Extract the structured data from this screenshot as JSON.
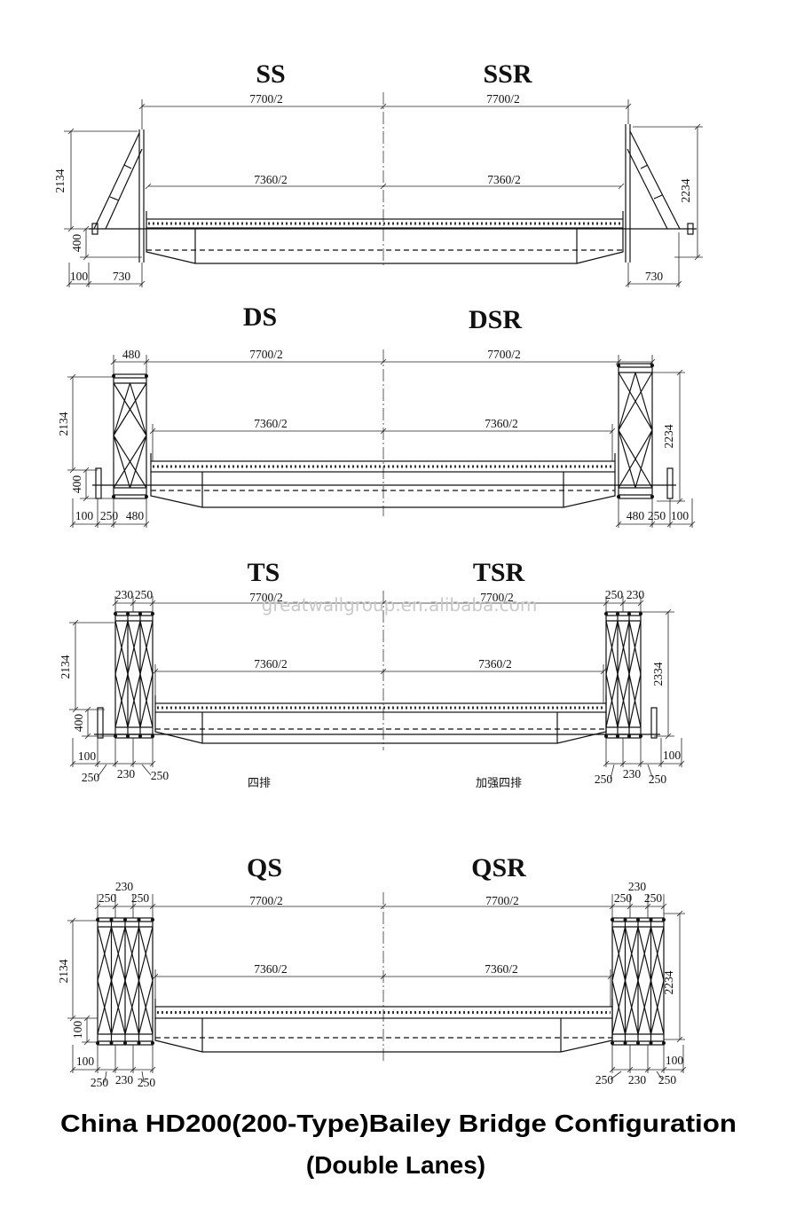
{
  "panels": {
    "ss": {
      "left_label": "SS",
      "right_label": "SSR",
      "top_left_span": "7700/2",
      "top_right_span": "7700/2",
      "inner_left_span": "7360/2",
      "inner_right_span": "7360/2",
      "left_height": "2134",
      "left_base": "400",
      "right_height": "2234",
      "bottom_left": [
        "100",
        "730"
      ],
      "bottom_right": [
        "730"
      ]
    },
    "ds": {
      "left_label": "DS",
      "right_label": "DSR",
      "top_left_truss": "480",
      "top_left_span": "7700/2",
      "top_right_span": "7700/2",
      "inner_left_span": "7360/2",
      "inner_right_span": "7360/2",
      "left_height": "2134",
      "left_base": "400",
      "right_height": "2234",
      "bottom_left": [
        "100",
        "250",
        "480"
      ],
      "bottom_right": [
        "480",
        "250",
        "100"
      ]
    },
    "ts": {
      "left_label": "TS",
      "right_label": "TSR",
      "top_left": [
        "230",
        "250"
      ],
      "top_right": [
        "250",
        "230"
      ],
      "top_left_span": "7700/2",
      "top_right_span": "7700/2",
      "inner_left_span": "7360/2",
      "inner_right_span": "7360/2",
      "left_height": "2134",
      "left_base": "400",
      "right_height": "2334",
      "bottom_left": [
        "100",
        "250",
        "230",
        "250"
      ],
      "bottom_right": [
        "100",
        "250",
        "230",
        "250"
      ],
      "note_left": "四排",
      "note_right": "加强四排"
    },
    "qs": {
      "left_label": "QS",
      "right_label": "QSR",
      "top_left": [
        "230",
        "250",
        "250"
      ],
      "top_right": [
        "230",
        "250",
        "250"
      ],
      "top_left_span": "7700/2",
      "top_right_span": "7700/2",
      "inner_left_span": "7360/2",
      "inner_right_span": "7360/2",
      "left_height": "2134",
      "left_base": "100",
      "right_height": "2234",
      "bottom_left": [
        "100",
        "250",
        "230",
        "250"
      ],
      "bottom_right": [
        "100",
        "250",
        "230",
        "250"
      ]
    }
  },
  "watermark": "greatwallgroup.en.alibaba.com",
  "caption": {
    "line1": "China HD200(200-Type)Bailey Bridge Configuration",
    "line2": "(Double Lanes)"
  }
}
